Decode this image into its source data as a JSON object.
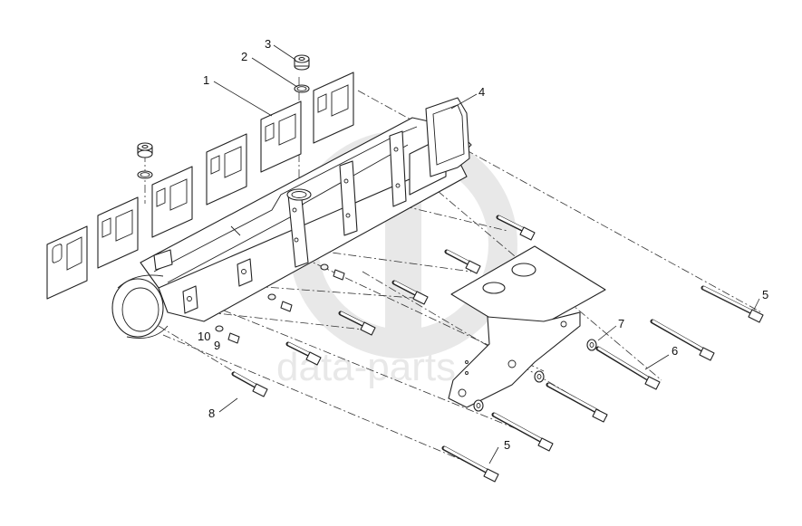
{
  "watermark": {
    "text": "data-parts",
    "color": "#e3e3e3"
  },
  "callouts": [
    {
      "id": "1",
      "label": "1"
    },
    {
      "id": "2",
      "label": "2"
    },
    {
      "id": "3",
      "label": "3"
    },
    {
      "id": "4",
      "label": "4"
    },
    {
      "id": "5a",
      "label": "5"
    },
    {
      "id": "5b",
      "label": "5"
    },
    {
      "id": "6",
      "label": "6"
    },
    {
      "id": "7",
      "label": "7"
    },
    {
      "id": "8",
      "label": "8"
    },
    {
      "id": "9",
      "label": "9"
    },
    {
      "id": "10",
      "label": "10"
    }
  ],
  "colors": {
    "line": "#222222",
    "background": "#ffffff"
  }
}
